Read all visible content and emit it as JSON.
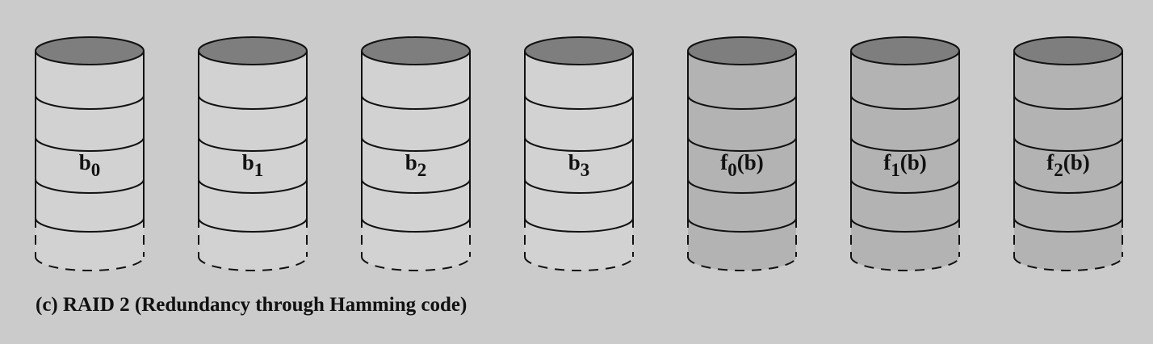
{
  "colors": {
    "background": "#cbcbcb",
    "data_disk_body": "#d2d2d2",
    "check_disk_body": "#b3b3b3",
    "disk_top": "#7e7e7e",
    "stroke": "#111111"
  },
  "disks": [
    {
      "base": "b",
      "sub": "0",
      "suffix": "",
      "kind": "data"
    },
    {
      "base": "b",
      "sub": "1",
      "suffix": "",
      "kind": "data"
    },
    {
      "base": "b",
      "sub": "2",
      "suffix": "",
      "kind": "data"
    },
    {
      "base": "b",
      "sub": "3",
      "suffix": "",
      "kind": "data"
    },
    {
      "base": "f",
      "sub": "0",
      "suffix": "(b)",
      "kind": "check"
    },
    {
      "base": "f",
      "sub": "1",
      "suffix": "(b)",
      "kind": "check"
    },
    {
      "base": "f",
      "sub": "2",
      "suffix": "(b)",
      "kind": "check"
    }
  ],
  "caption": "(c) RAID 2 (Redundancy through Hamming code)"
}
